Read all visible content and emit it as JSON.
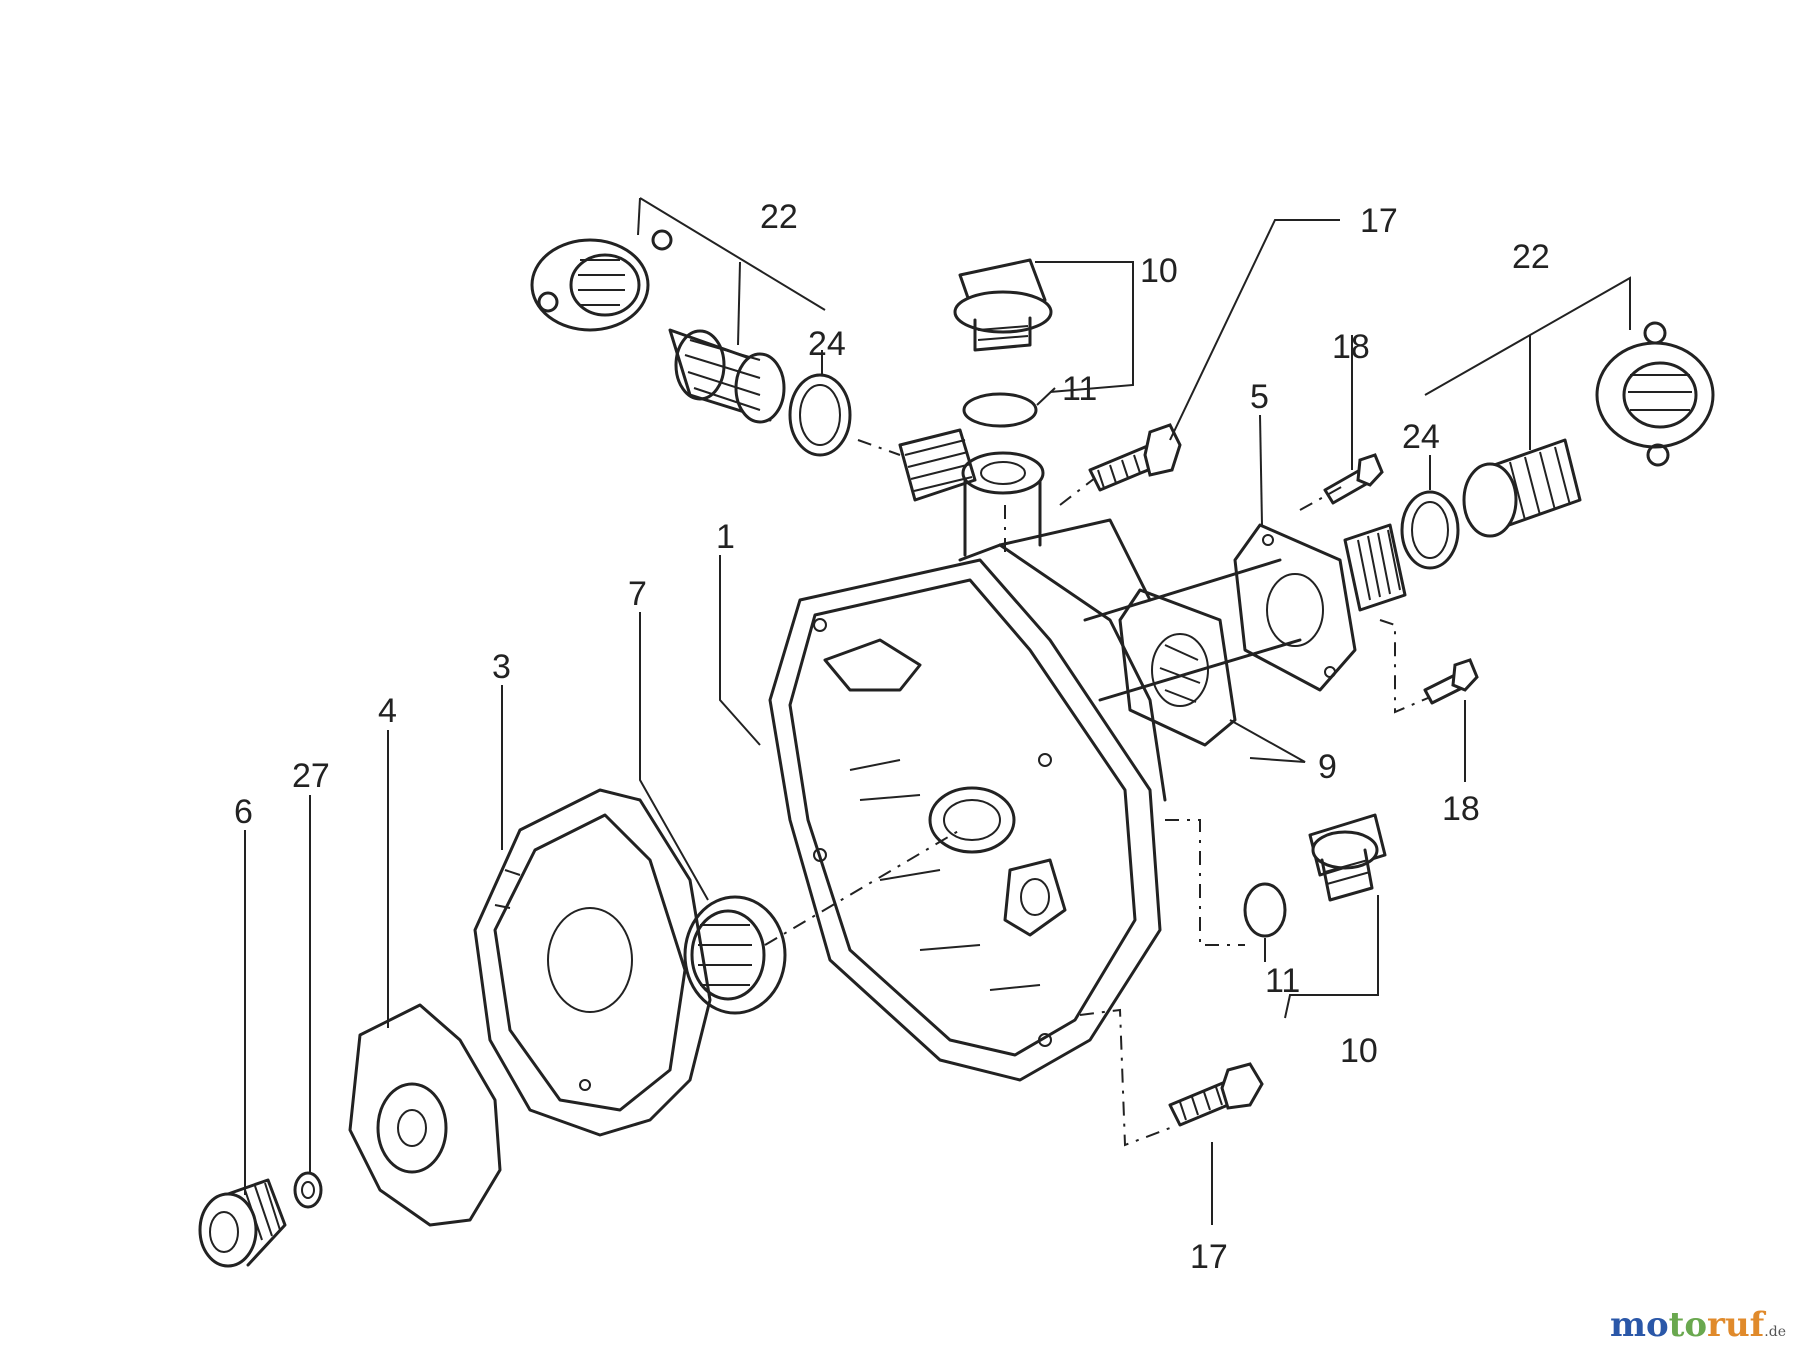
{
  "labels": {
    "l1": "1",
    "l3": "3",
    "l4": "4",
    "l5": "5",
    "l6": "6",
    "l7": "7",
    "l9": "9",
    "l10a": "10",
    "l10b": "10",
    "l11a": "11",
    "l11b": "11",
    "l17a": "17",
    "l17b": "17",
    "l18a": "18",
    "l18b": "18",
    "l22a": "22",
    "l22b": "22",
    "l24a": "24",
    "l24b": "24",
    "l27": "27"
  },
  "watermark": {
    "part1": "mo",
    "part2": "to",
    "part3": "ruf",
    "domain": ".de"
  }
}
